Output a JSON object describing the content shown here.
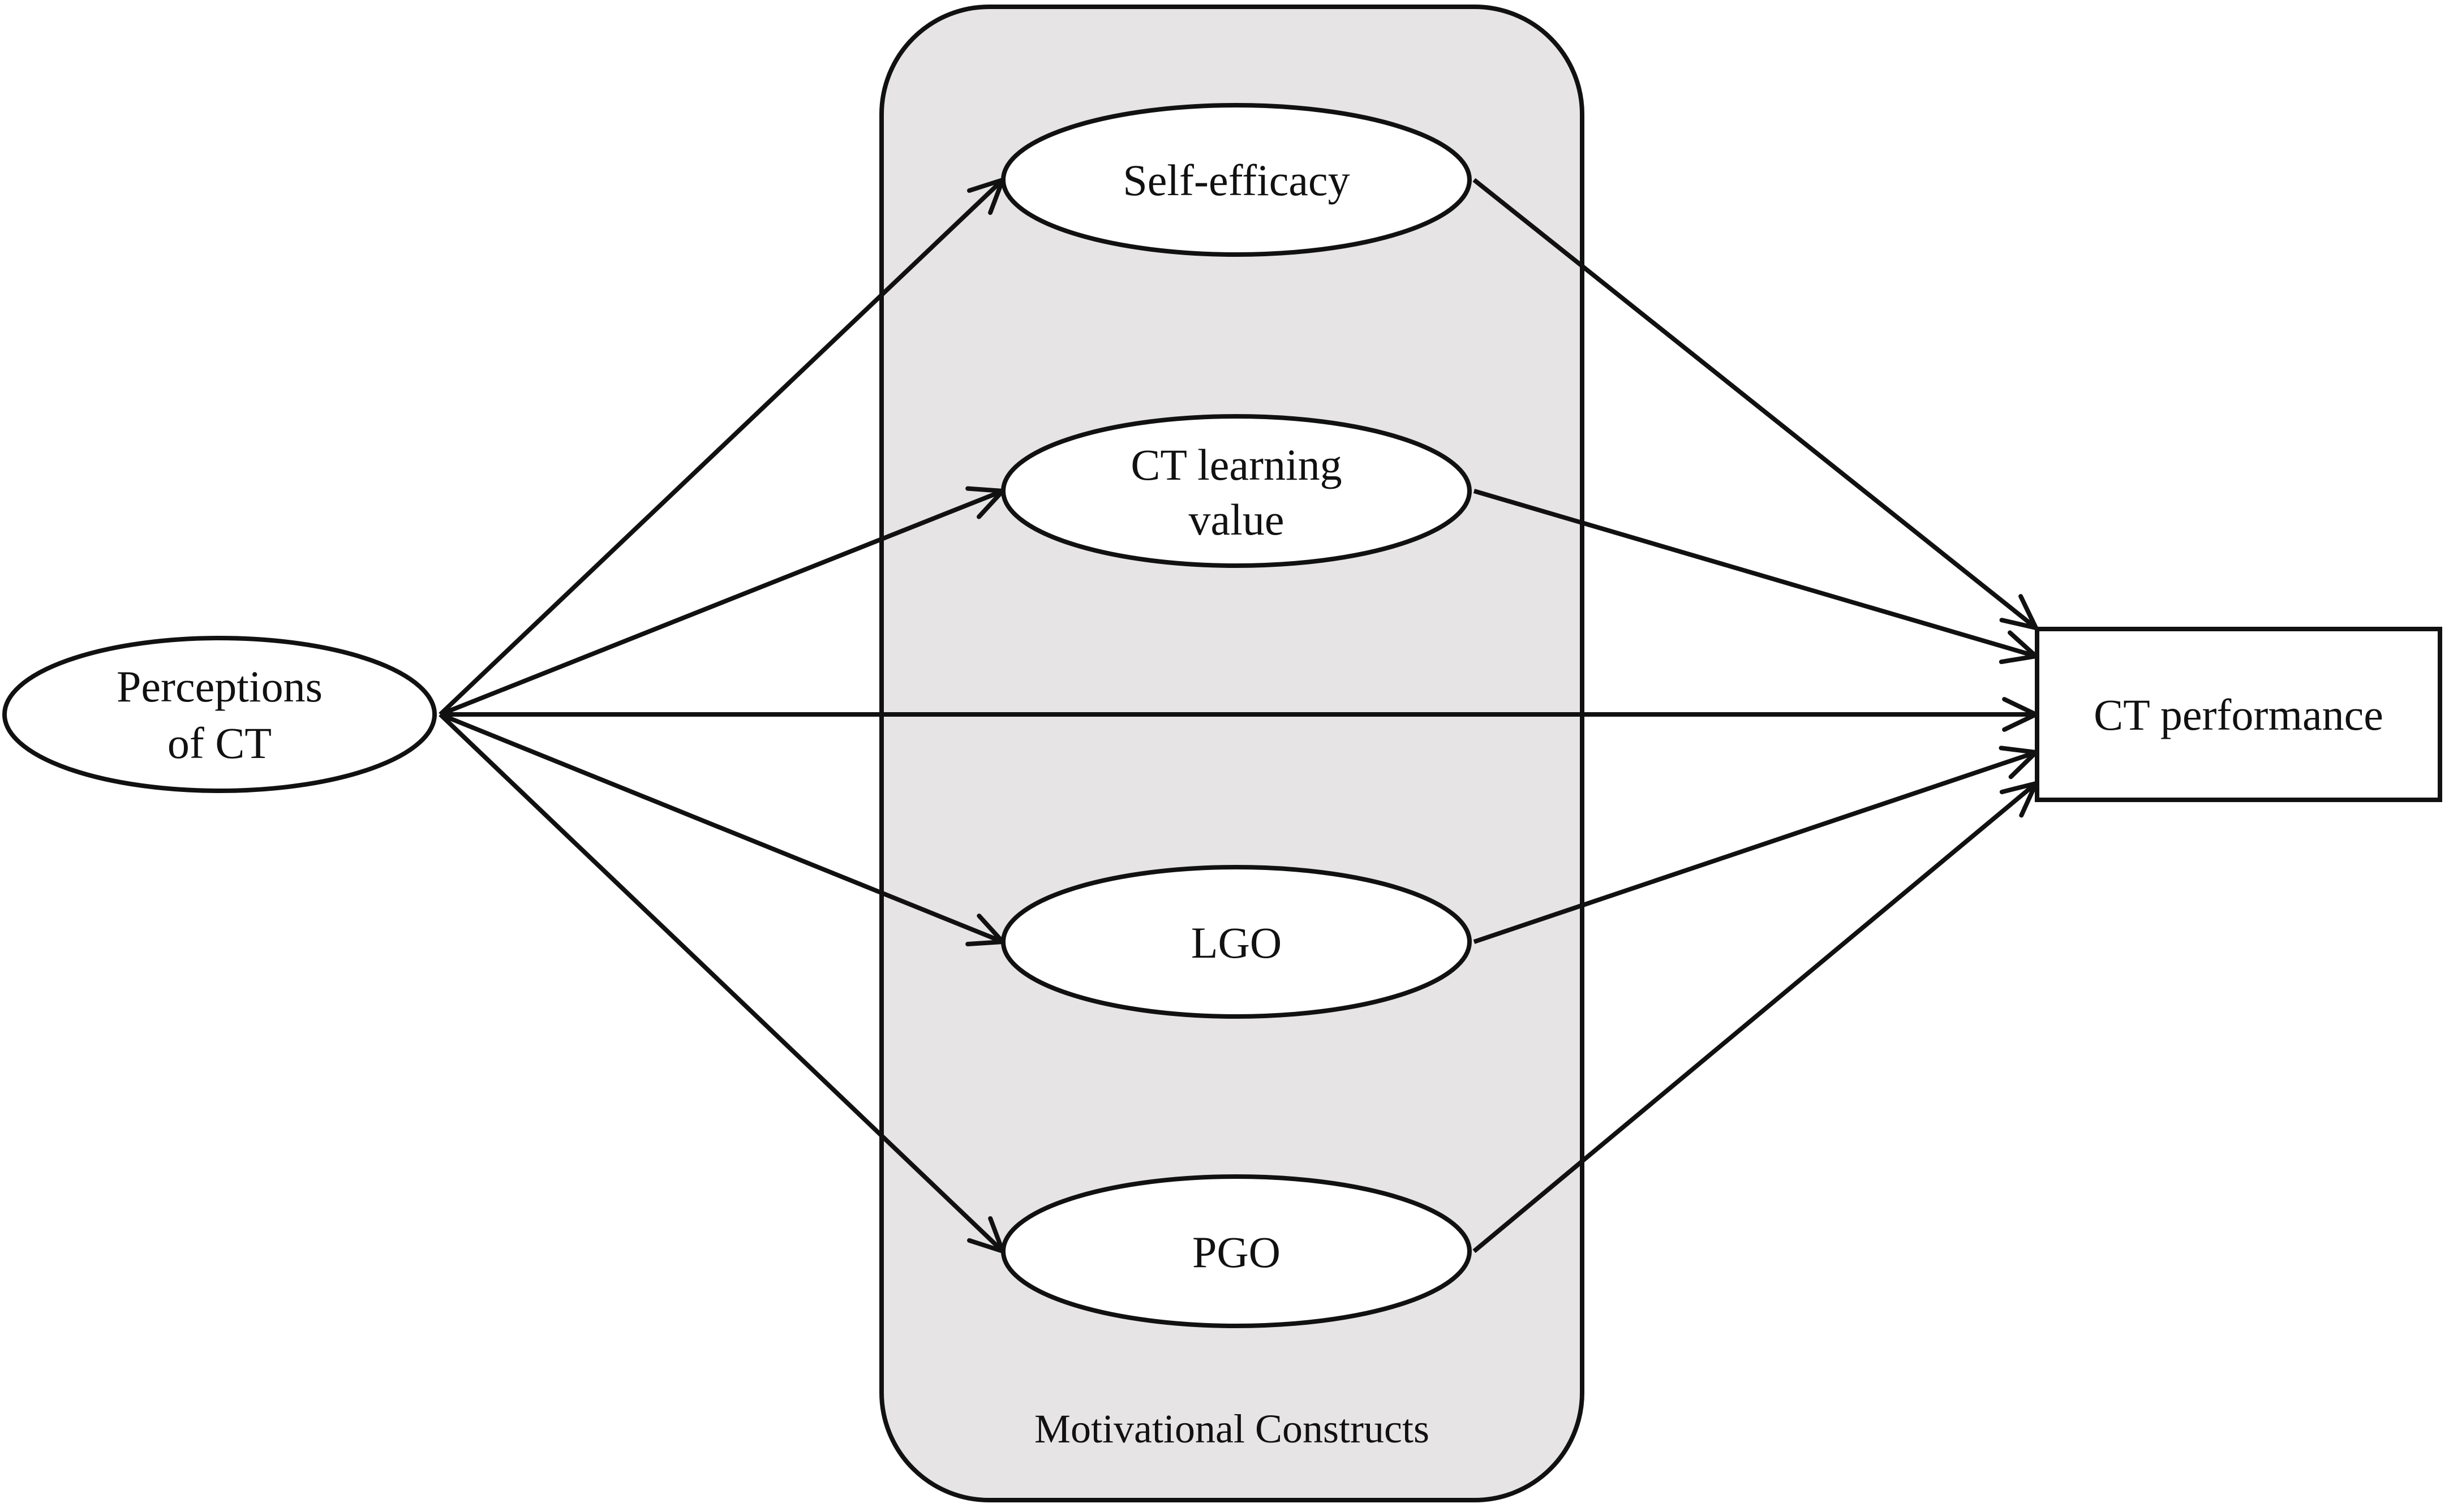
{
  "diagram": {
    "group": {
      "label": "Motivational Constructs"
    },
    "nodes": {
      "perceptions": {
        "lines": [
          "Perceptions",
          "of CT"
        ]
      },
      "self_efficacy": {
        "lines": [
          "Self-efficacy"
        ]
      },
      "learning_value": {
        "lines": [
          "CT learning",
          "value"
        ]
      },
      "lgo": {
        "lines": [
          "LGO"
        ]
      },
      "pgo": {
        "lines": [
          "PGO"
        ]
      },
      "performance": {
        "lines": [
          "CT performance"
        ]
      }
    },
    "edges": [
      {
        "from": "perceptions",
        "to": "self_efficacy"
      },
      {
        "from": "perceptions",
        "to": "learning_value"
      },
      {
        "from": "perceptions",
        "to": "performance"
      },
      {
        "from": "perceptions",
        "to": "lgo"
      },
      {
        "from": "perceptions",
        "to": "pgo"
      },
      {
        "from": "self_efficacy",
        "to": "performance"
      },
      {
        "from": "learning_value",
        "to": "performance"
      },
      {
        "from": "lgo",
        "to": "performance"
      },
      {
        "from": "pgo",
        "to": "performance"
      }
    ],
    "colors": {
      "group_fill": "#e6e4e5",
      "stroke": "#111111",
      "node_fill": "#ffffff"
    }
  }
}
